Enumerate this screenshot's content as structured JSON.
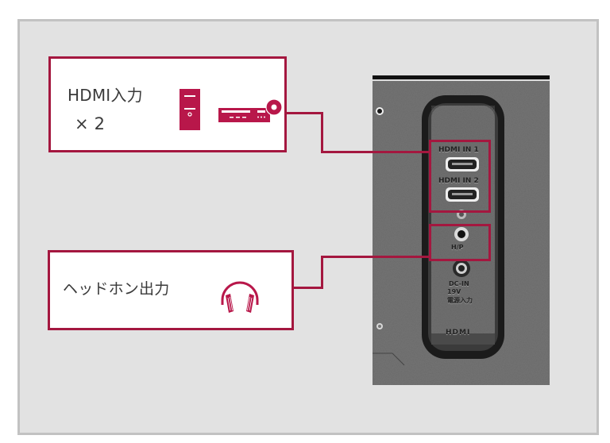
{
  "callouts": {
    "hdmi": {
      "title": "HDMI入力",
      "count": "× 2",
      "icons": [
        "pc-tower-icon",
        "disc-player-icon"
      ]
    },
    "headphone": {
      "title": "ヘッドホン出力",
      "icons": [
        "headphones-icon"
      ]
    }
  },
  "photo": {
    "port_labels": {
      "hdmi1": "HDMI IN 1",
      "hdmi2": "HDMI IN 2",
      "hp": "H/P",
      "dcin_1": "DC-IN",
      "dcin_2": "19V",
      "dcin_3": "電源入力",
      "brand": "HDMI"
    }
  },
  "colors": {
    "accent": "#a4173f",
    "background": "#e2e2e2",
    "frame_border": "#c2c2c2",
    "text": "#3a3a3a"
  }
}
